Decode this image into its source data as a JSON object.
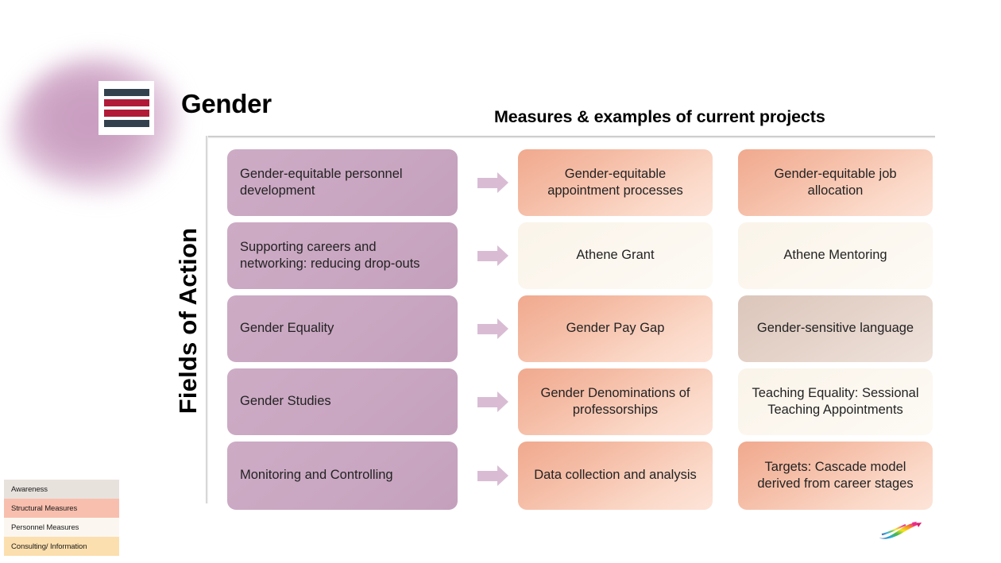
{
  "slide": {
    "title": "Gender",
    "right_title": "Measures & examples of current projects",
    "axis_label": "Fields of Action"
  },
  "logo": {
    "name": "institution-bar-logo",
    "bars": [
      "dark",
      "red",
      "red",
      "dark"
    ],
    "dark_color": "#33414f",
    "red_color": "#b01a38"
  },
  "rows": [
    {
      "field": "Gender-equitable personnel development",
      "measures": [
        {
          "label": "Gender-equitable appointment processes",
          "tint": "salmon"
        },
        {
          "label": "Gender-equitable job allocation",
          "tint": "salmon"
        }
      ]
    },
    {
      "field": "Supporting careers and networking: reducing drop-outs",
      "measures": [
        {
          "label": "Athene Grant",
          "tint": "cream"
        },
        {
          "label": "Athene Mentoring",
          "tint": "cream"
        }
      ]
    },
    {
      "field": "Gender Equality",
      "measures": [
        {
          "label": "Gender Pay Gap",
          "tint": "salmon"
        },
        {
          "label": "Gender-sensitive language",
          "tint": "beige"
        }
      ]
    },
    {
      "field": "Gender Studies",
      "measures": [
        {
          "label": "Gender Denominations of professorships",
          "tint": "salmon"
        },
        {
          "label": "Teaching Equality: Sessional Teaching Appointments",
          "tint": "cream"
        }
      ]
    },
    {
      "field": "Monitoring and Controlling",
      "measures": [
        {
          "label": "Data collection and analysis",
          "tint": "salmon"
        },
        {
          "label": "Targets: Cascade model derived from career stages",
          "tint": "salmon"
        }
      ]
    }
  ],
  "legend": [
    {
      "label": "Awareness",
      "color": "#e8e2dd"
    },
    {
      "label": "Structural Measures",
      "color": "#f8bfae"
    },
    {
      "label": "Personnel Measures",
      "color": "#fbf7f0"
    },
    {
      "label": "Consulting/ Information",
      "color": "#fcdfae"
    }
  ],
  "colors": {
    "field_box": "#c9a6c1",
    "arrow": "#d9bcd4",
    "blob": "#cfa6c6"
  }
}
